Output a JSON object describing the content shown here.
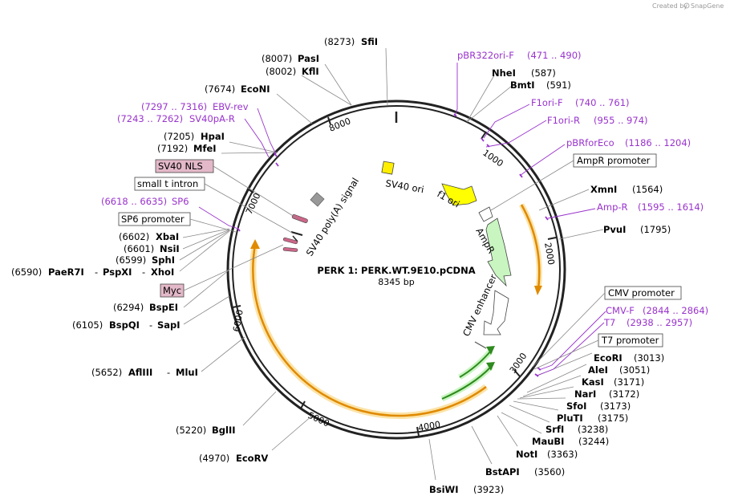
{
  "credit": {
    "prefix": "Created by",
    "brand": "SnapGene"
  },
  "map": {
    "name": "PERK 1: PERK.WT.9E10.pCDNA",
    "length_label": "8345 bp",
    "ticks": [
      "1000",
      "2000",
      "3000",
      "4000",
      "5000",
      "6000",
      "7000",
      "8000"
    ]
  },
  "enzymes": {
    "sfii": {
      "name": "SfiI",
      "pos": "(8273)"
    },
    "pasi": {
      "name": "PasI",
      "pos": "(8007)"
    },
    "kfli": {
      "name": "KflI",
      "pos": "(8002)"
    },
    "econi": {
      "name": "EcoNI",
      "pos": "(7674)"
    },
    "hpai": {
      "name": "HpaI",
      "pos": "(7205)"
    },
    "mfei": {
      "name": "MfeI",
      "pos": "(7192)"
    },
    "xbai": {
      "name": "XbaI",
      "pos": "(6602)"
    },
    "nsii": {
      "name": "NsiI",
      "pos": "(6601)"
    },
    "sphi": {
      "name": "SphI",
      "pos": "(6599)"
    },
    "paer7i": {
      "name": "PaeR7I",
      "pos": "(6590)",
      "alt1": "PspXI",
      "alt2": "XhoI"
    },
    "bspei": {
      "name": "BspEI",
      "pos": "(6294)"
    },
    "bspqi": {
      "name": "BspQI",
      "pos": "(6105)",
      "alt": "SapI"
    },
    "afliii": {
      "name": "AflIII",
      "pos": "(5652)",
      "alt": "MluI"
    },
    "bglii": {
      "name": "BglII",
      "pos": "(5220)"
    },
    "ecorv": {
      "name": "EcoRV",
      "pos": "(4970)"
    },
    "bsiwi": {
      "name": "BsiWI",
      "pos": "(3923)"
    },
    "bstapi": {
      "name": "BstAPI",
      "pos": "(3560)"
    },
    "noti": {
      "name": "NotI",
      "pos": "(3363)"
    },
    "maubi": {
      "name": "MauBI",
      "pos": "(3244)"
    },
    "srfi": {
      "name": "SrfI",
      "pos": "(3238)"
    },
    "pluti": {
      "name": "PluTI",
      "pos": "(3175)"
    },
    "sfoi": {
      "name": "SfoI",
      "pos": "(3173)"
    },
    "nari": {
      "name": "NarI",
      "pos": "(3172)"
    },
    "kasi": {
      "name": "KasI",
      "pos": "(3171)"
    },
    "alei": {
      "name": "AleI",
      "pos": "(3051)"
    },
    "ecori": {
      "name": "EcoRI",
      "pos": "(3013)"
    },
    "pvui": {
      "name": "PvuI",
      "pos": "(1795)"
    },
    "xmni": {
      "name": "XmnI",
      "pos": "(1564)"
    },
    "bmti": {
      "name": "BmtI",
      "pos": "(591)"
    },
    "nhei": {
      "name": "NheI",
      "pos": "(587)"
    }
  },
  "primers": {
    "pbr322ori": {
      "name": "pBR322ori-F",
      "range": "(471 .. 490)"
    },
    "f1orif": {
      "name": "F1ori-F",
      "range": "(740 .. 761)"
    },
    "f1orir": {
      "name": "F1ori-R",
      "range": "(955 .. 974)"
    },
    "pbrforeco": {
      "name": "pBRforEco",
      "range": "(1186 .. 1204)"
    },
    "ampr": {
      "name": "Amp-R",
      "range": "(1595 .. 1614)"
    },
    "cmvf": {
      "name": "CMV-F",
      "range": "(2844 .. 2864)"
    },
    "t7": {
      "name": "T7",
      "range": "(2938 .. 2957)"
    },
    "sp6": {
      "name": "SP6",
      "range": "(6618 .. 6635)"
    },
    "sv40pa": {
      "name": "SV40pA-R",
      "range": "(7243 .. 7262)"
    },
    "ebv": {
      "name": "EBV-rev",
      "range": "(7297 .. 7316)"
    }
  },
  "boxed_features": {
    "ampr_promoter": "AmpR promoter",
    "cmv_promoter": "CMV promoter",
    "t7_promoter": "T7 promoter",
    "sv40_nls": "SV40 NLS",
    "small_t_intron": "small t intron",
    "sp6_promoter": "SP6 promoter",
    "myc": "Myc"
  },
  "inner_features": {
    "sv40_ori": "SV40 ori",
    "f1_ori": "f1 ori",
    "ampr": "AmpR",
    "cmv_enhancer": "CMV enhancer",
    "sv40_polya": "SV40 poly(A) signal"
  },
  "colors": {
    "primer": "#9933cc",
    "orf": "#f0a830",
    "ampr_fill": "#c8f5c0",
    "f1ori_fill": "#ffff00",
    "tag_fill": "#e3b8c8"
  }
}
